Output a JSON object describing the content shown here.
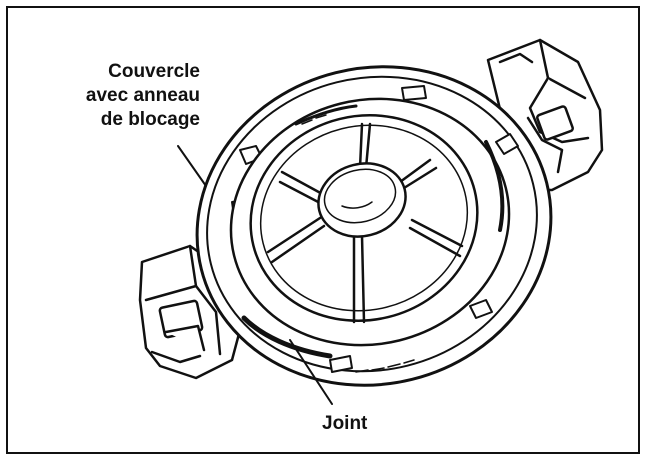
{
  "labels": {
    "cover": [
      "Couvercle",
      "avec anneau",
      "de blocage"
    ],
    "joint": "Joint"
  },
  "colors": {
    "line": "#111111",
    "background": "#ffffff"
  }
}
